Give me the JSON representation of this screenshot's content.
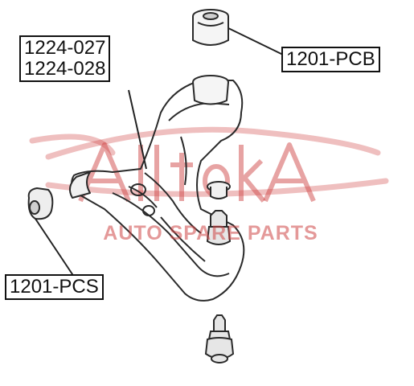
{
  "labels": {
    "arm_part_1": "1224-027",
    "arm_part_2": "1224-028",
    "bushing_top": "1201-PCB",
    "bushing_side": "1201-PCS"
  },
  "watermark": {
    "brand": "AlltokA",
    "tagline": "AUTO SPARE PARTS",
    "color": "#d04848"
  },
  "colors": {
    "line": "#2a2a2a",
    "background": "#ffffff"
  }
}
